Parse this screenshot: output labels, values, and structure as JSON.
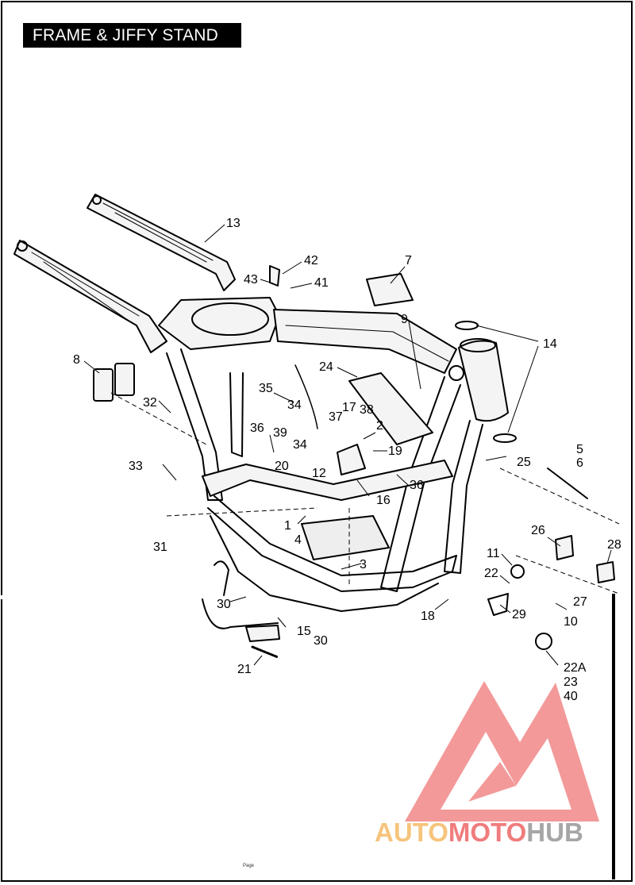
{
  "title": "FRAME & JIFFY STAND",
  "page_label": "Page",
  "watermark": {
    "part1": "AUTO",
    "part2": "MOTO",
    "part3": "HUB",
    "colors": [
      "#f5be6e",
      "#ee6e6e",
      "#969696"
    ]
  },
  "callouts": [
    "13",
    "42",
    "43",
    "41",
    "7",
    "9",
    "14",
    "8",
    "24",
    "35",
    "32",
    "34",
    "36",
    "39",
    "37",
    "17",
    "38",
    "2",
    "34",
    "19",
    "5",
    "6",
    "25",
    "33",
    "20",
    "12",
    "36",
    "16",
    "1",
    "4",
    "31",
    "26",
    "28",
    "11",
    "22",
    "3",
    "30",
    "15",
    "30",
    "18",
    "29",
    "27",
    "10",
    "21",
    "22A",
    "23",
    "40"
  ]
}
